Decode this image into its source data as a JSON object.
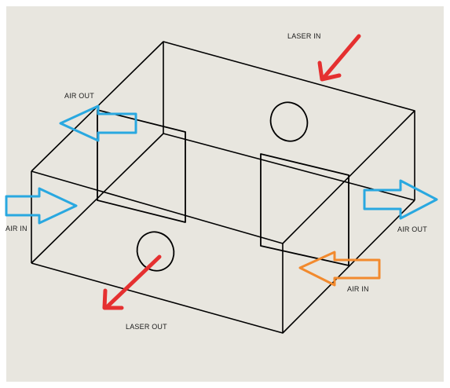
{
  "diagram": {
    "labels": {
      "laser_in": "LASER IN",
      "laser_out": "LASER OUT",
      "air_out_left": "AIR OUT",
      "air_in_left": "AIR IN",
      "air_out_right": "AIR OUT",
      "air_in_right": "AIR IN"
    },
    "colors": {
      "background": "#e8e6df",
      "frame_border": "#ffffff",
      "edges": "#000000",
      "laser_arrow": "#e53030",
      "air_arrow_blue": "#29a8e0",
      "air_arrow_orange": "#f28a2e"
    }
  }
}
